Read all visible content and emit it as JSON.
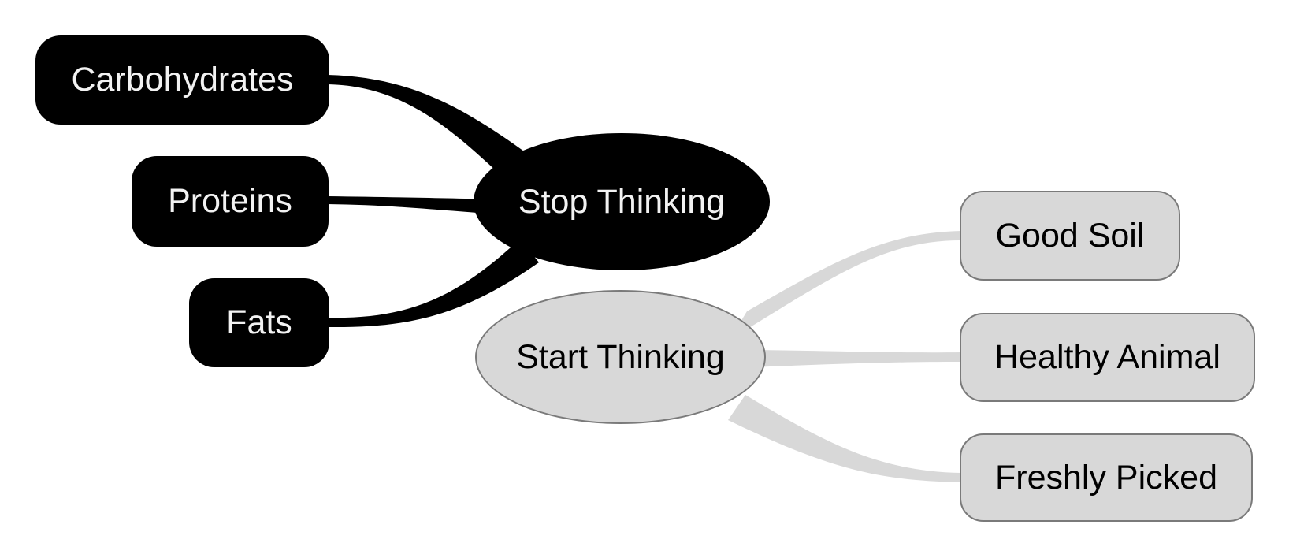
{
  "diagram": {
    "type": "mindmap",
    "nodes": {
      "carbohydrates": {
        "label": "Carbohydrates",
        "shape": "rounded-rect",
        "variant": "black"
      },
      "proteins": {
        "label": "Proteins",
        "shape": "rounded-rect",
        "variant": "black"
      },
      "fats": {
        "label": "Fats",
        "shape": "rounded-rect",
        "variant": "black"
      },
      "stop_thinking": {
        "label": "Stop Thinking",
        "shape": "ellipse",
        "variant": "black"
      },
      "start_thinking": {
        "label": "Start Thinking",
        "shape": "ellipse",
        "variant": "gray"
      },
      "good_soil": {
        "label": "Good Soil",
        "shape": "rounded-rect",
        "variant": "gray"
      },
      "healthy_animal": {
        "label": "Healthy Animal",
        "shape": "rounded-rect",
        "variant": "gray"
      },
      "freshly_picked": {
        "label": "Freshly Picked",
        "shape": "rounded-rect",
        "variant": "gray"
      }
    },
    "edges": [
      {
        "from": "stop_thinking",
        "to": "carbohydrates",
        "color": "black"
      },
      {
        "from": "stop_thinking",
        "to": "proteins",
        "color": "black"
      },
      {
        "from": "stop_thinking",
        "to": "fats",
        "color": "black"
      },
      {
        "from": "start_thinking",
        "to": "good_soil",
        "color": "gray"
      },
      {
        "from": "start_thinking",
        "to": "healthy_animal",
        "color": "gray"
      },
      {
        "from": "start_thinking",
        "to": "freshly_picked",
        "color": "gray"
      }
    ],
    "colors": {
      "background": "#ffffff",
      "black_node_fill": "#000000",
      "black_node_text": "#f2f2f2",
      "gray_node_fill": "#d8d8d8",
      "gray_node_border": "#7a7a7a",
      "gray_node_text": "#000000",
      "black_connector": "#000000",
      "gray_connector": "#d8d8d8"
    }
  }
}
